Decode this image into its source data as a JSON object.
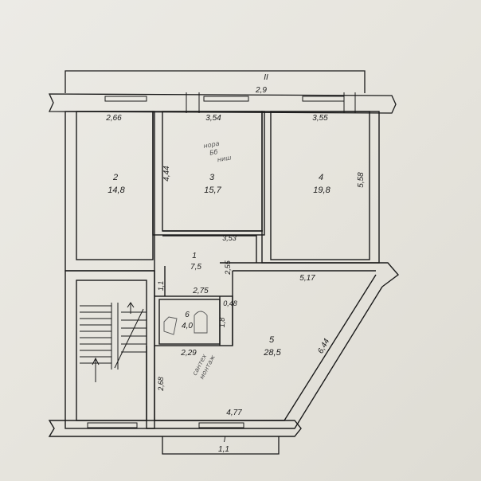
{
  "document": {
    "type": "floor-plan-sketch",
    "paper_color": "#e8e6df",
    "line_color": "#1a1a1a"
  },
  "rooms": [
    {
      "id": "2",
      "number": "2",
      "area": "14,8"
    },
    {
      "id": "3",
      "number": "3",
      "area": "15,7"
    },
    {
      "id": "4",
      "number": "4",
      "area": "19,8"
    },
    {
      "id": "1",
      "number": "1",
      "area": "7,5"
    },
    {
      "id": "6",
      "number": "6",
      "area": "4,0"
    },
    {
      "id": "5",
      "number": "5",
      "area": "28,5"
    }
  ],
  "balconies": [
    {
      "id": "II",
      "number": "II",
      "area": "2,9"
    },
    {
      "id": "I",
      "number": "I",
      "area": "1,1"
    }
  ],
  "dimensions": [
    "2,66",
    "3,54",
    "3,55",
    "4,44",
    "5,58",
    "3,53",
    "2,55",
    "1,1",
    "2,75",
    "0,48",
    "5,17",
    "1,8",
    "2,29",
    "6,44",
    "2,68",
    "4,77"
  ],
  "handwritten_notes": [
    {
      "text": "нора\nБб\nниш"
    },
    {
      "text": "ниш"
    },
    {
      "text": "сантех\nмонтаж"
    }
  ]
}
